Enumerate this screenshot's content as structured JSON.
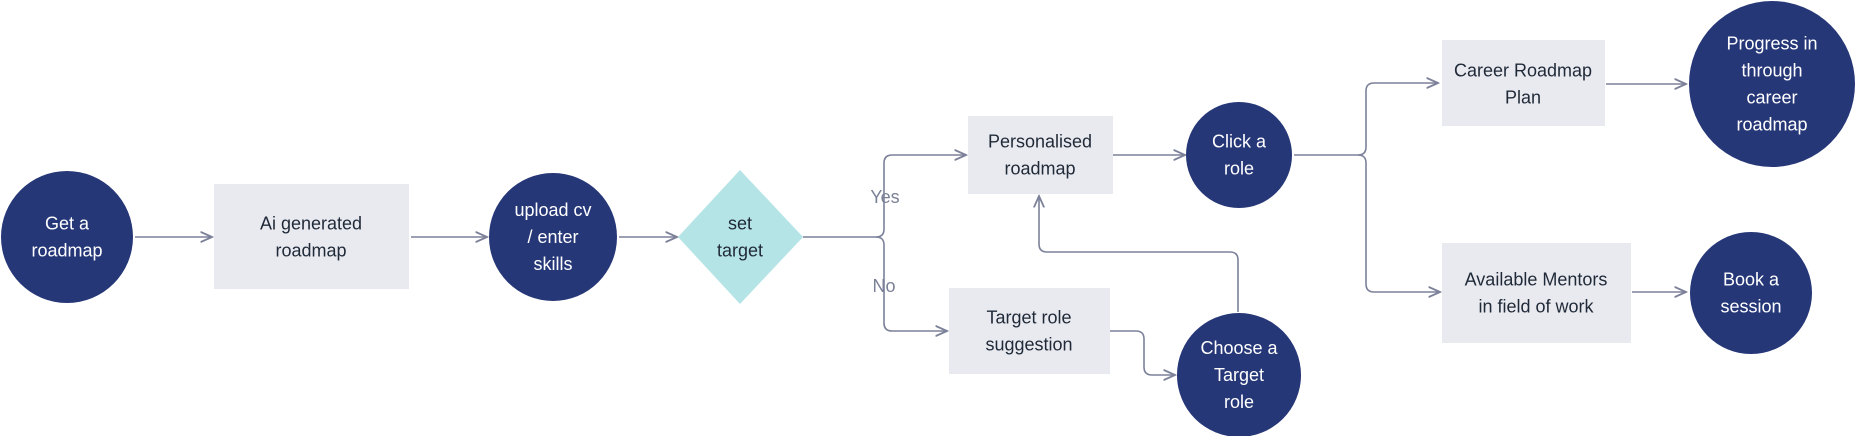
{
  "colors": {
    "circle": "#263778",
    "box": "#e9eaf0",
    "decision": "#b5e4e6",
    "connector": "#7c8199",
    "label": "#7a8196"
  },
  "nodes": {
    "get_roadmap": [
      "Get a",
      "roadmap"
    ],
    "ai_generated": [
      "Ai generated",
      "roadmap"
    ],
    "upload_cv": [
      "upload cv",
      "/ enter",
      "skills"
    ],
    "set_target": [
      "set",
      "target"
    ],
    "personalised": [
      "Personalised",
      "roadmap"
    ],
    "target_suggestion": [
      "Target role",
      "suggestion"
    ],
    "click_role": [
      "Click a",
      "role"
    ],
    "choose_target": [
      "Choose a",
      "Target",
      "role"
    ],
    "career_plan": [
      "Career Roadmap",
      "Plan"
    ],
    "mentors": [
      "Available Mentors",
      "in field of work"
    ],
    "progress": [
      "Progress in",
      "through",
      "career",
      "roadmap"
    ],
    "book_session": [
      "Book a",
      "session"
    ]
  },
  "edge_labels": {
    "yes": "Yes",
    "no": "No"
  }
}
